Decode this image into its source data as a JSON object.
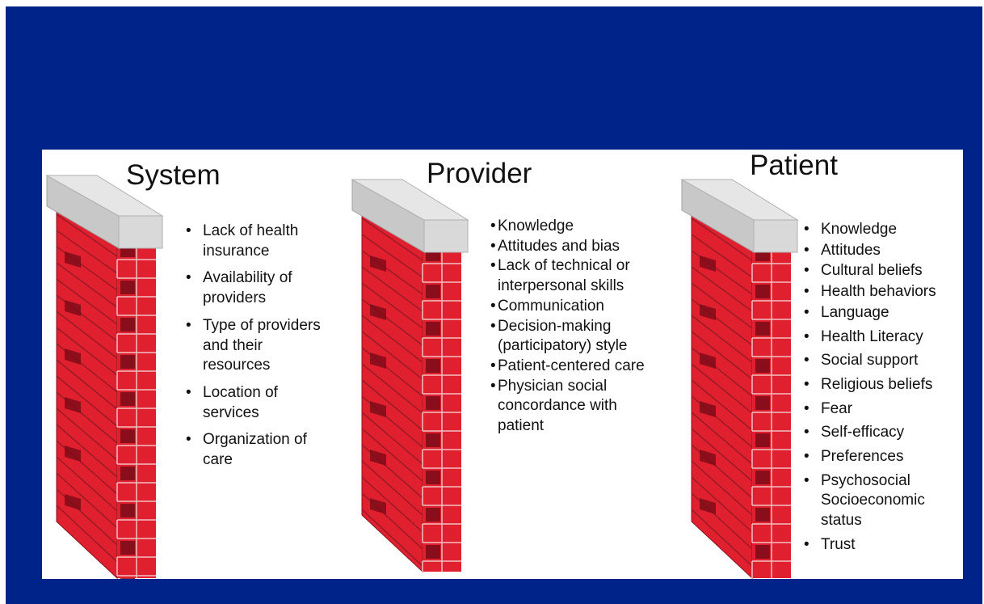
{
  "columns": [
    {
      "title": "System",
      "bullets": [
        "Lack of health insurance",
        "Availability of providers",
        "Type of providers and their resources",
        "Location of services",
        "Organization of care"
      ]
    },
    {
      "title": "Provider",
      "bullets": [
        "Knowledge",
        "Attitudes and bias",
        "Lack of technical or interpersonal skills",
        "Communication",
        "Decision-making (participatory) style",
        "Patient-centered care",
        "Physician social concordance with patient"
      ]
    },
    {
      "title": "Patient",
      "bullets": [
        "Knowledge",
        "Attitudes",
        "Cultural beliefs",
        "Health behaviors",
        "Language",
        "Health Literacy",
        "Social support",
        "Religious beliefs",
        "Fear",
        "Self-efficacy",
        "Preferences",
        "Psychosocial Socioeconomic status",
        "Trust"
      ]
    }
  ],
  "colors": {
    "slide_background": "#00238a",
    "panel_background": "#ffffff",
    "brick": "#e0202e",
    "brick_dark": "#7a0a18",
    "cap": "#d9d9d9"
  }
}
